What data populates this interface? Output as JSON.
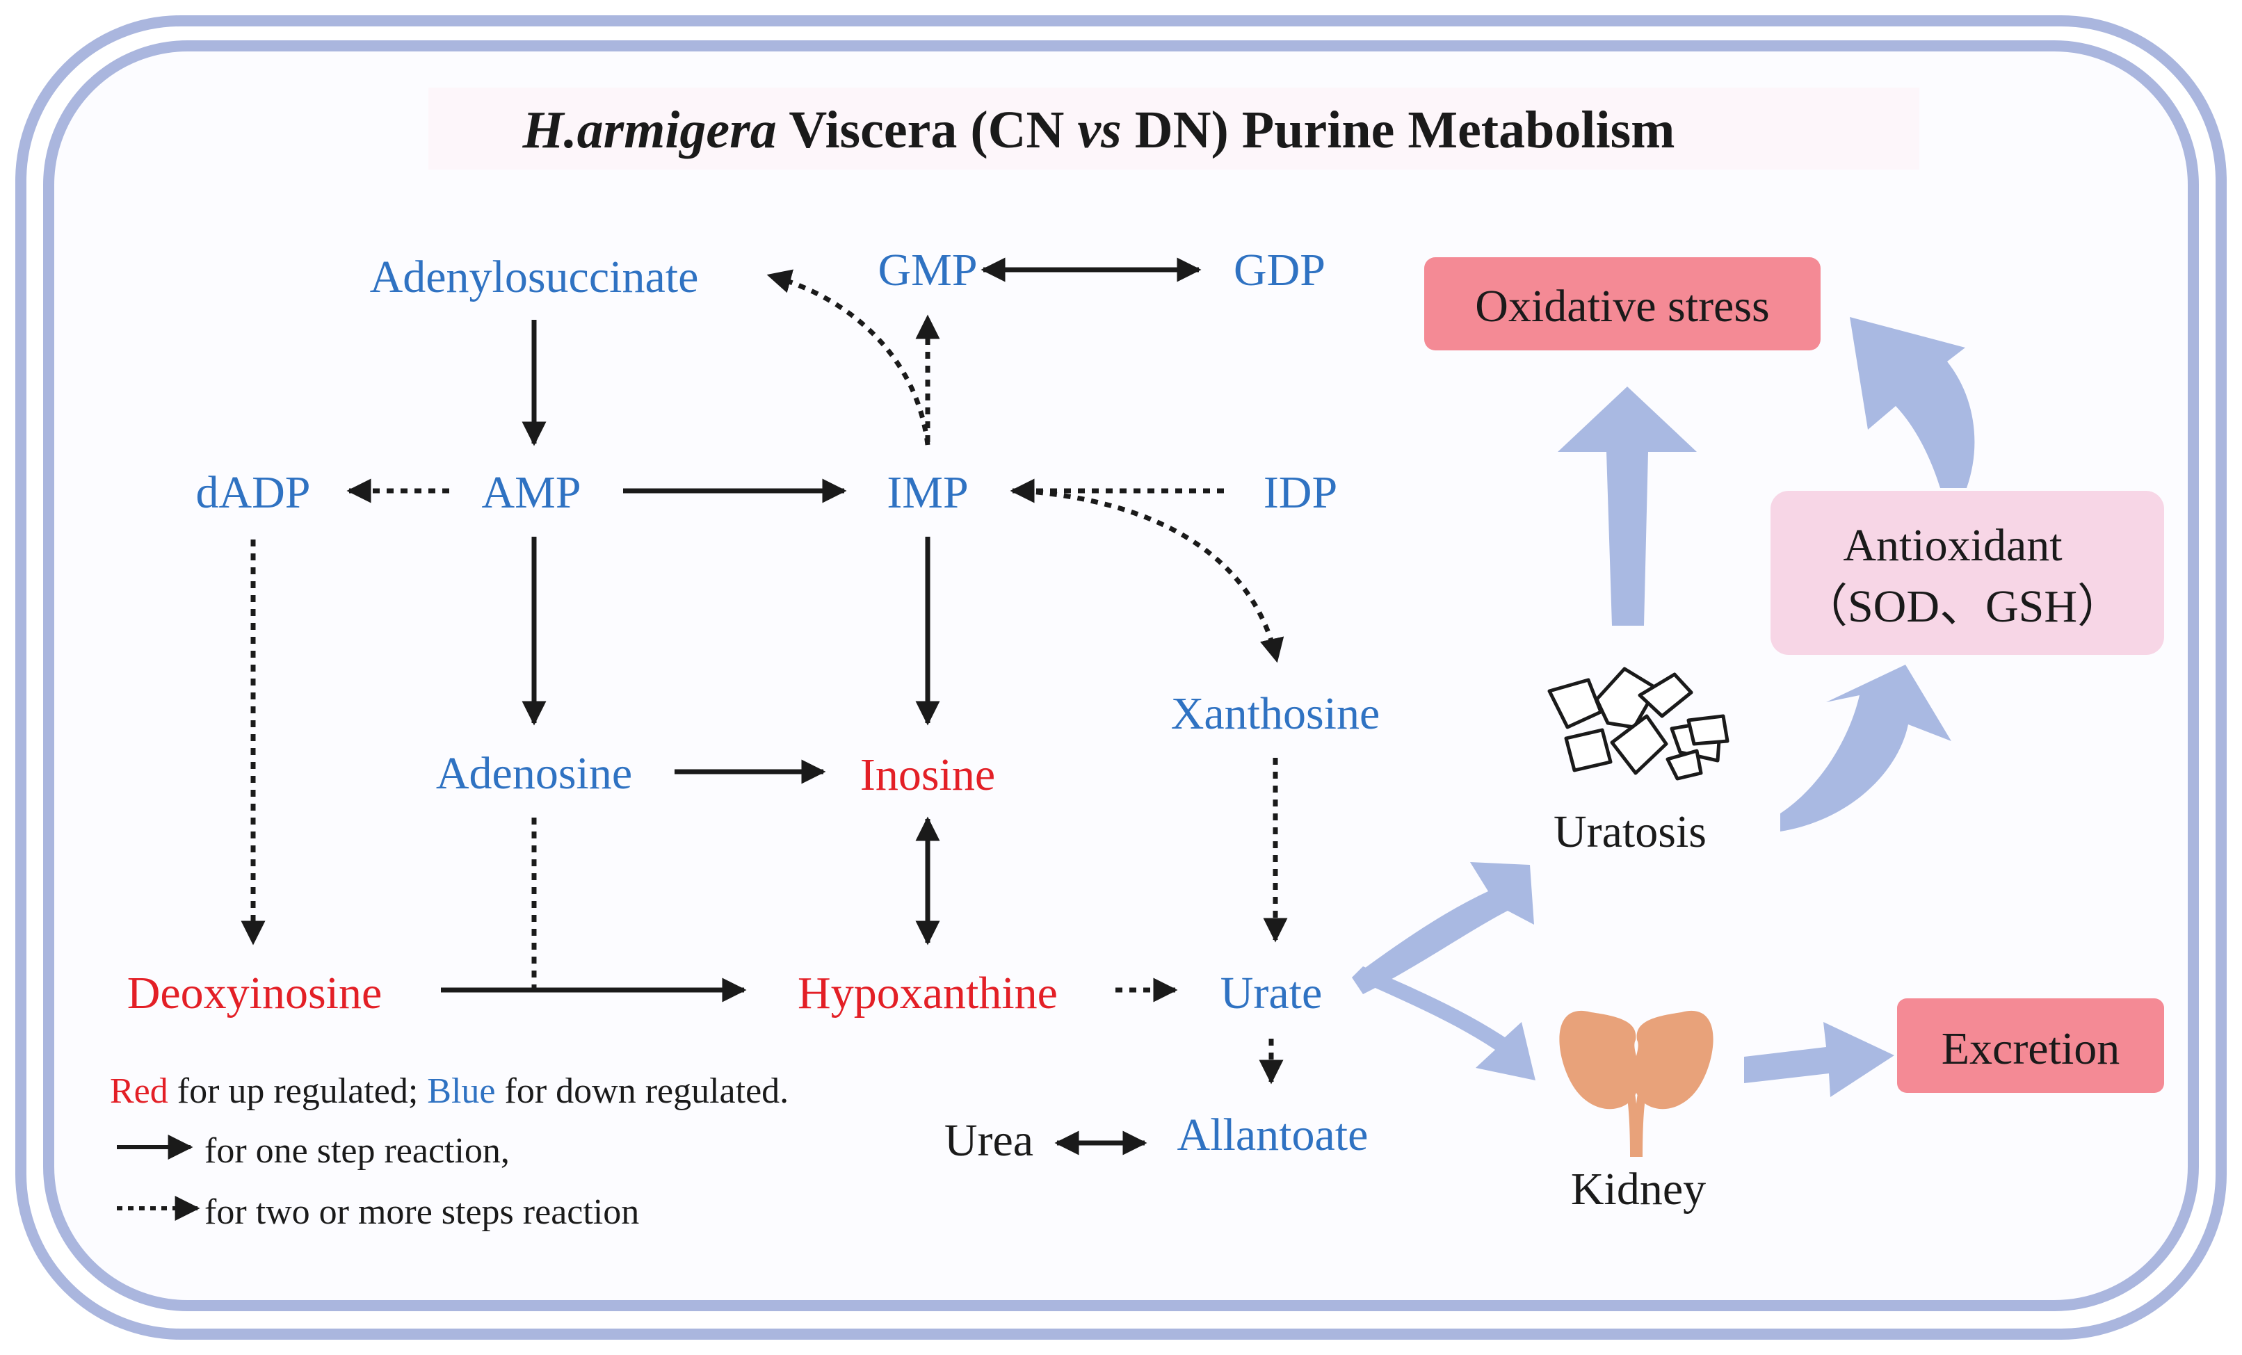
{
  "title": {
    "species": "H.armigera",
    "rest_pre": "Viscera (CN ",
    "vs": "vs",
    "rest_post": " DN) Purine Metabolism"
  },
  "colors": {
    "up": "#e31f26",
    "down": "#2f72c2",
    "frame": "#aab6de",
    "big_arrow": "#a9b9e2",
    "stress_box": "#f48a95",
    "antiox_box": "#f7d6e6",
    "kidney": "#e8a27a"
  },
  "metabolites": {
    "adenylosuccinate": {
      "label": "Adenylosuccinate",
      "regulation": "down"
    },
    "gmp": {
      "label": "GMP",
      "regulation": "down"
    },
    "gdp": {
      "label": "GDP",
      "regulation": "down"
    },
    "dadp": {
      "label": "dADP",
      "regulation": "down"
    },
    "amp": {
      "label": "AMP",
      "regulation": "down"
    },
    "imp": {
      "label": "IMP",
      "regulation": "down"
    },
    "idp": {
      "label": "IDP",
      "regulation": "down"
    },
    "xanthosine": {
      "label": "Xanthosine",
      "regulation": "down"
    },
    "adenosine": {
      "label": "Adenosine",
      "regulation": "down"
    },
    "inosine": {
      "label": "Inosine",
      "regulation": "up"
    },
    "deoxyinosine": {
      "label": "Deoxyinosine",
      "regulation": "up"
    },
    "hypoxanthine": {
      "label": "Hypoxanthine",
      "regulation": "up"
    },
    "urate": {
      "label": "Urate",
      "regulation": "down"
    },
    "urea": {
      "label": "Urea",
      "regulation": "none"
    },
    "allantoate": {
      "label": "Allantoate",
      "regulation": "down"
    }
  },
  "outcomes": {
    "oxidative_stress": "Oxidative stress",
    "antioxidant_line1": "Antioxidant",
    "antioxidant_line2": "（SOD、GSH）",
    "uratosis": "Uratosis",
    "kidney": "Kidney",
    "excretion": "Excretion"
  },
  "legend": {
    "red_word": "Red",
    "red_text": " for up regulated; ",
    "blue_word": "Blue",
    "blue_text": " for down regulated.",
    "one_step": "for one step reaction,",
    "multi_step": "for two or more steps reaction"
  }
}
